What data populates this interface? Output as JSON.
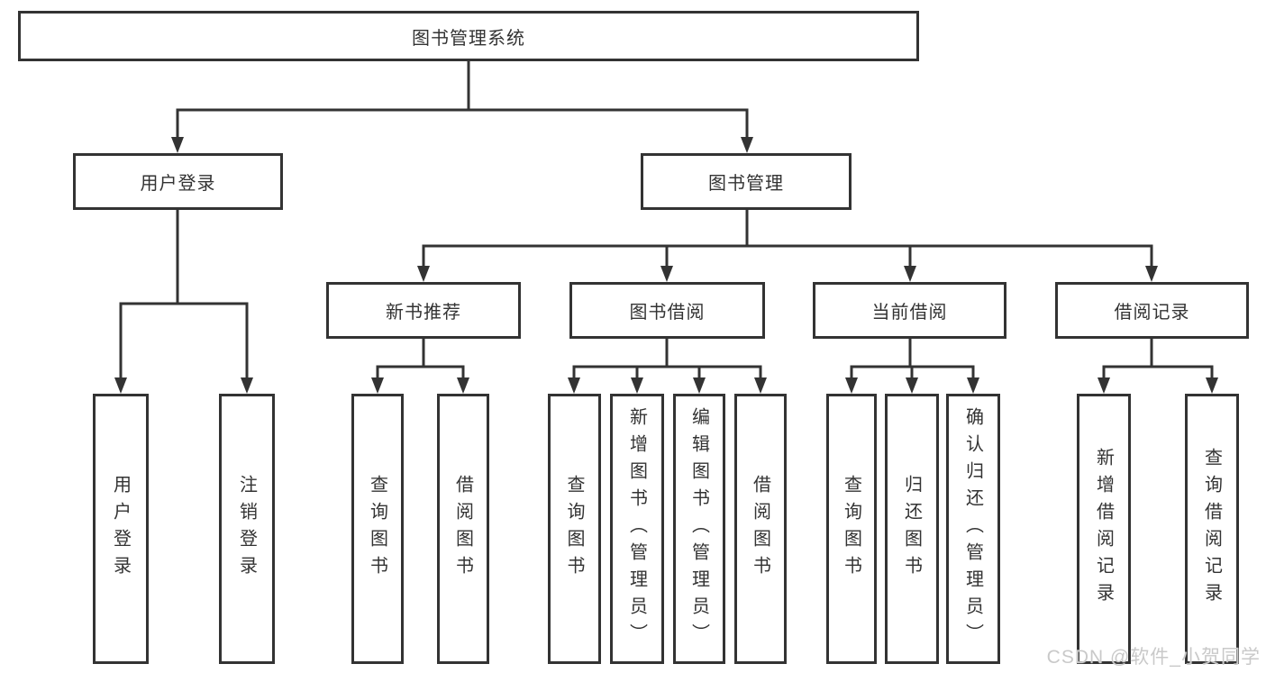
{
  "tree": {
    "root": {
      "label": "图书管理系统"
    },
    "level2": [
      {
        "label": "用户登录"
      },
      {
        "label": "图书管理"
      }
    ],
    "level3": [
      {
        "label": "新书推荐"
      },
      {
        "label": "图书借阅"
      },
      {
        "label": "当前借阅"
      },
      {
        "label": "借阅记录"
      }
    ],
    "leaves": {
      "user_login": [
        {
          "label": "用户登录"
        },
        {
          "label": "注销登录"
        }
      ],
      "new_book_recommend": [
        {
          "label": "查询图书"
        },
        {
          "label": "借阅图书"
        }
      ],
      "book_borrow": [
        {
          "label": "查询图书"
        },
        {
          "label": "新增图书（管理员）"
        },
        {
          "label": "编辑图书（管理员）"
        },
        {
          "label": "借阅图书"
        }
      ],
      "current_borrow": [
        {
          "label": "查询图书"
        },
        {
          "label": "归还图书"
        },
        {
          "label": "确认归还（管理员）"
        }
      ],
      "borrow_records": [
        {
          "label": "新增借阅记录"
        },
        {
          "label": "查询借阅记录"
        }
      ]
    }
  },
  "watermark": {
    "text": "CSDN @软件_小贺同学"
  },
  "colors": {
    "line": "#333333",
    "text": "#333333",
    "background": "#ffffff",
    "watermark": "#c9c9c9"
  }
}
